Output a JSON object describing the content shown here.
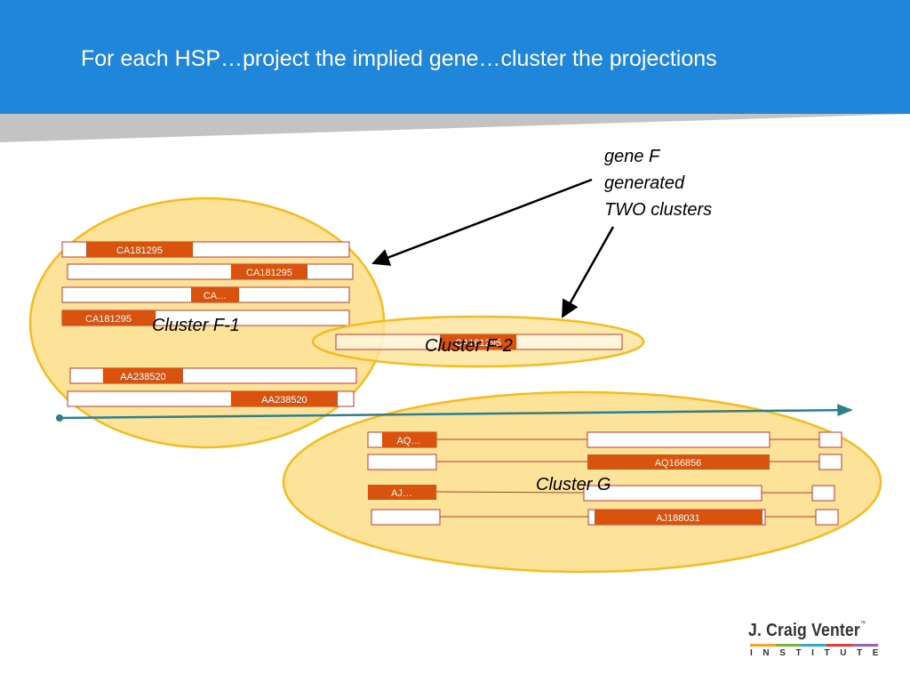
{
  "title": "For each HSP…project the implied gene…cluster the projections",
  "annotation": {
    "lines": [
      "gene F",
      "generated",
      "TWO clusters"
    ]
  },
  "clusters": {
    "f1": "Cluster F-1",
    "f2": "Cluster F-2",
    "g": "Cluster G"
  },
  "hsp_labels": {
    "r1": "CA181295",
    "r2": "CA181295",
    "r3": "CA…",
    "r4": "CA181295",
    "f2": "CA181295",
    "r5": "AA238520",
    "r6": "AA238520",
    "g1": "AQ…",
    "g2": "AQ166856",
    "g3": "AJ…",
    "g4": "AJ188031"
  },
  "logo": {
    "name": "J. Craig Venter",
    "tm": "™",
    "sub": "INSTITUTE"
  },
  "colors": {
    "header": "#1f86d9",
    "hsp": "#d9530f",
    "cluster_fill": "#fde39a",
    "cluster_stroke": "#f7bb1e",
    "genome_axis": "#2e7f8a"
  }
}
